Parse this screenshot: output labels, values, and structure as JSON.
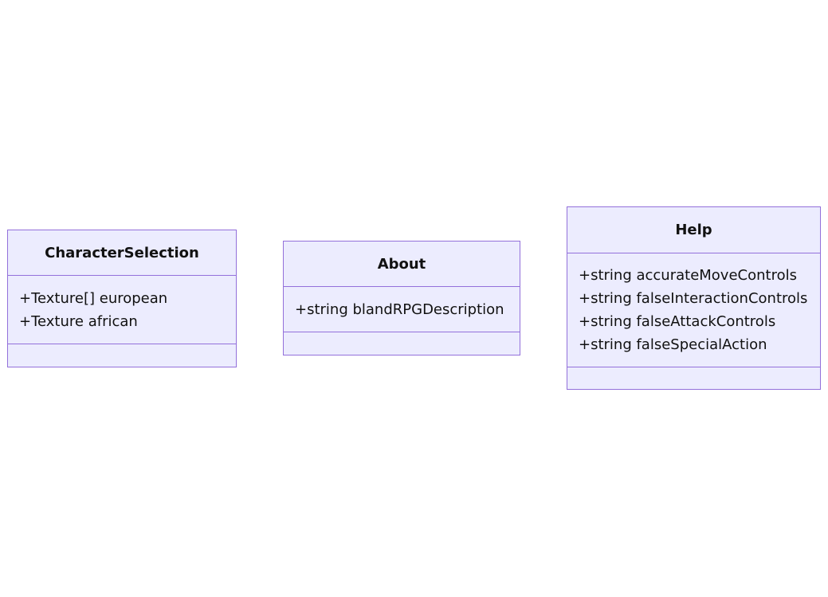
{
  "diagram": {
    "classes": [
      {
        "name": "CharacterSelection",
        "attributes": [
          "+Texture[] european",
          "+Texture african"
        ],
        "methods": []
      },
      {
        "name": "About",
        "attributes": [
          "+string blandRPGDescription"
        ],
        "methods": []
      },
      {
        "name": "Help",
        "attributes": [
          "+string accurateMoveControls",
          "+string falseInteractionControls",
          "+string falseAttackControls",
          "+string falseSpecialAction"
        ],
        "methods": []
      }
    ],
    "colors": {
      "box_fill": "#ececfe",
      "box_border": "#9370db",
      "text": "#111111",
      "background": "#ffffff"
    }
  }
}
